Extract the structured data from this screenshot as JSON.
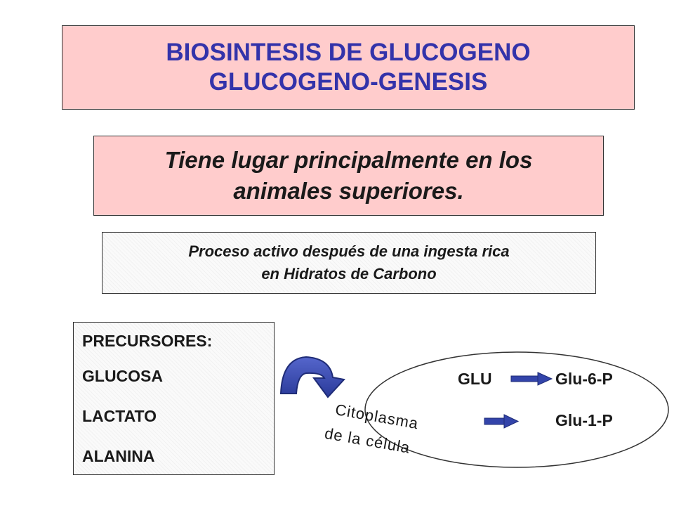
{
  "title": {
    "line1": "BIOSINTESIS DE GLUCOGENO",
    "line2": "GLUCOGENO-GENESIS"
  },
  "subtitle": {
    "line1": "Tiene lugar principalmente en los",
    "line2": "animales superiores."
  },
  "note": {
    "line1": "Proceso activo después de una ingesta rica",
    "line2": "en Hidratos de Carbono"
  },
  "precursors": {
    "heading": "PRECURSORES:",
    "items": [
      "GLUCOSA",
      "LACTATO",
      "ALANINA"
    ]
  },
  "cell": {
    "glu": "GLU",
    "glu6p": "Glu-6-P",
    "glu1p": "Glu-1-P",
    "cytoplasm_line1": "Citoplasma",
    "cytoplasm_line2": "de la célula"
  },
  "colors": {
    "title_text": "#3333aa",
    "box_fill": "#ffcccc",
    "arrow": "#3344aa"
  }
}
